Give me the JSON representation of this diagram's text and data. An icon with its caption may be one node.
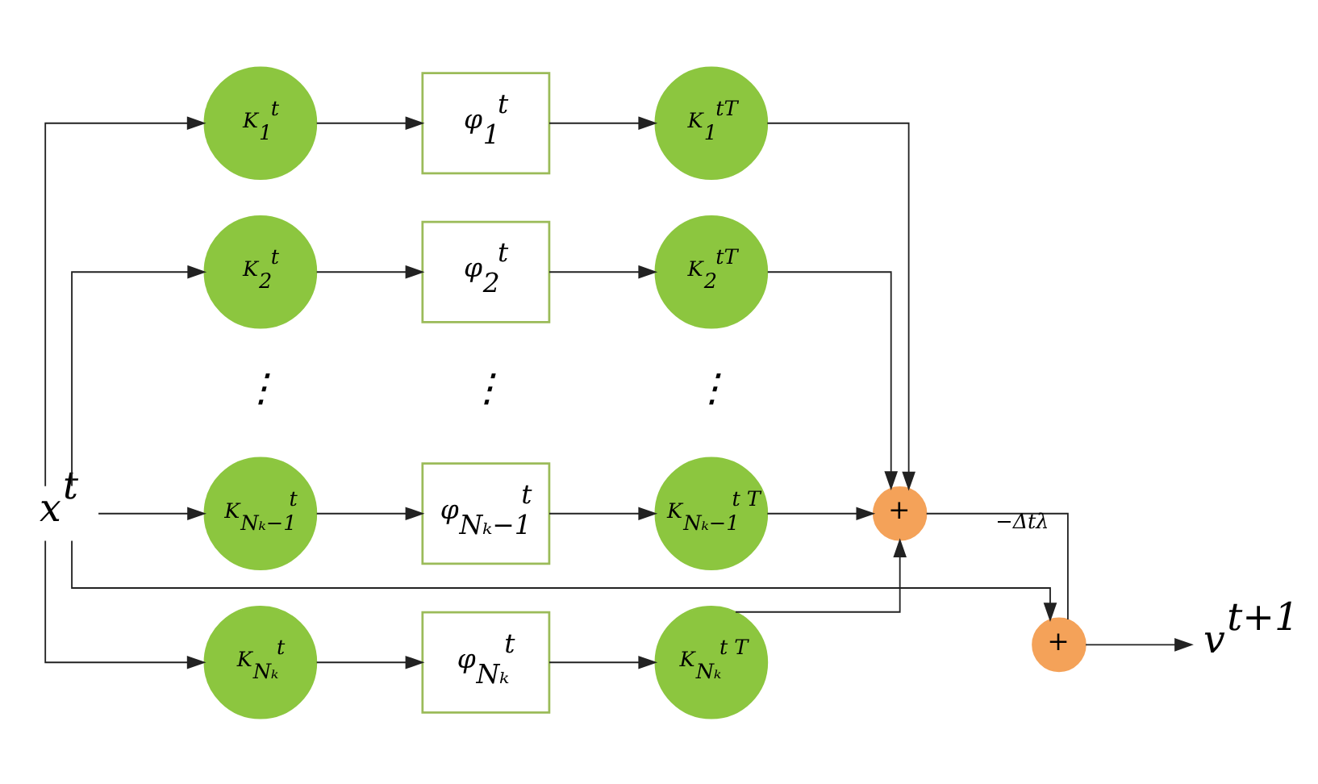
{
  "diagram": {
    "nodes": [
      {
        "text": [
          "x$^{t}$"
        ]
      },
      {
        "text": [
          "K$_{1}$$^{t}$"
        ]
      },
      {
        "text": [
          "φ$_{1}$$^{t}$"
        ]
      },
      {
        "text": [
          "K$_{1}$$^{tT}$"
        ]
      },
      {
        "text": [
          "K$_{2}$$^{t}$"
        ]
      },
      {
        "text": [
          "φ$_{2}$$^{t}$"
        ]
      },
      {
        "text": [
          "K$_{2}$$^{tT}$"
        ]
      },
      {
        "text": [
          "K$_{Nₖ−1}$$^{t}$"
        ]
      },
      {
        "text": [
          "φ$_{Nₖ−1}$$^{t}$"
        ]
      },
      {
        "text": [
          "K$_{Nₖ−1}$$^{t T}$"
        ]
      },
      {
        "text": [
          "K$_{Nₖ}$$^{t}$"
        ]
      },
      {
        "text": [
          "φ$_{Nₖ}$$^{t}$"
        ]
      },
      {
        "text": [
          "K$_{Nₖ}$$^{t T}$"
        ]
      },
      {
        "text": [
          "+"
        ]
      },
      {
        "text": [
          "+"
        ]
      },
      {
        "text": [
          "v$^{t+1}$"
        ]
      }
    ],
    "edges": [
      {
        "from": 0,
        "to": 1,
        "arrow": "to"
      },
      {
        "from": 0,
        "to": 4,
        "arrow": "to"
      },
      {
        "from": 0,
        "to": 7,
        "arrow": "to"
      },
      {
        "from": 0,
        "to": 10,
        "arrow": "to"
      },
      {
        "from": 0,
        "to": 14,
        "arrow": "to"
      },
      {
        "from": 1,
        "to": 2,
        "arrow": "to"
      },
      {
        "from": 2,
        "to": 3,
        "arrow": "to"
      },
      {
        "from": 4,
        "to": 5,
        "arrow": "to"
      },
      {
        "from": 5,
        "to": 6,
        "arrow": "to"
      },
      {
        "from": 7,
        "to": 8,
        "arrow": "to"
      },
      {
        "from": 8,
        "to": 9,
        "arrow": "to"
      },
      {
        "from": 10,
        "to": 11,
        "arrow": "to"
      },
      {
        "from": 11,
        "to": 12,
        "arrow": "to"
      },
      {
        "from": 3,
        "to": 13,
        "arrow": "to"
      },
      {
        "from": 6,
        "to": 13,
        "arrow": "to"
      },
      {
        "from": 9,
        "to": 13,
        "arrow": "to"
      },
      {
        "from": 12,
        "to": 13,
        "arrow": "to"
      },
      {
        "from": 13,
        "to": 14,
        "label": "−Δtλ",
        "arrow": "none"
      },
      {
        "from": 14,
        "to": 15,
        "arrow": "to"
      }
    ],
    "labels": [
      "⋮",
      "⋮",
      "⋮"
    ]
  }
}
